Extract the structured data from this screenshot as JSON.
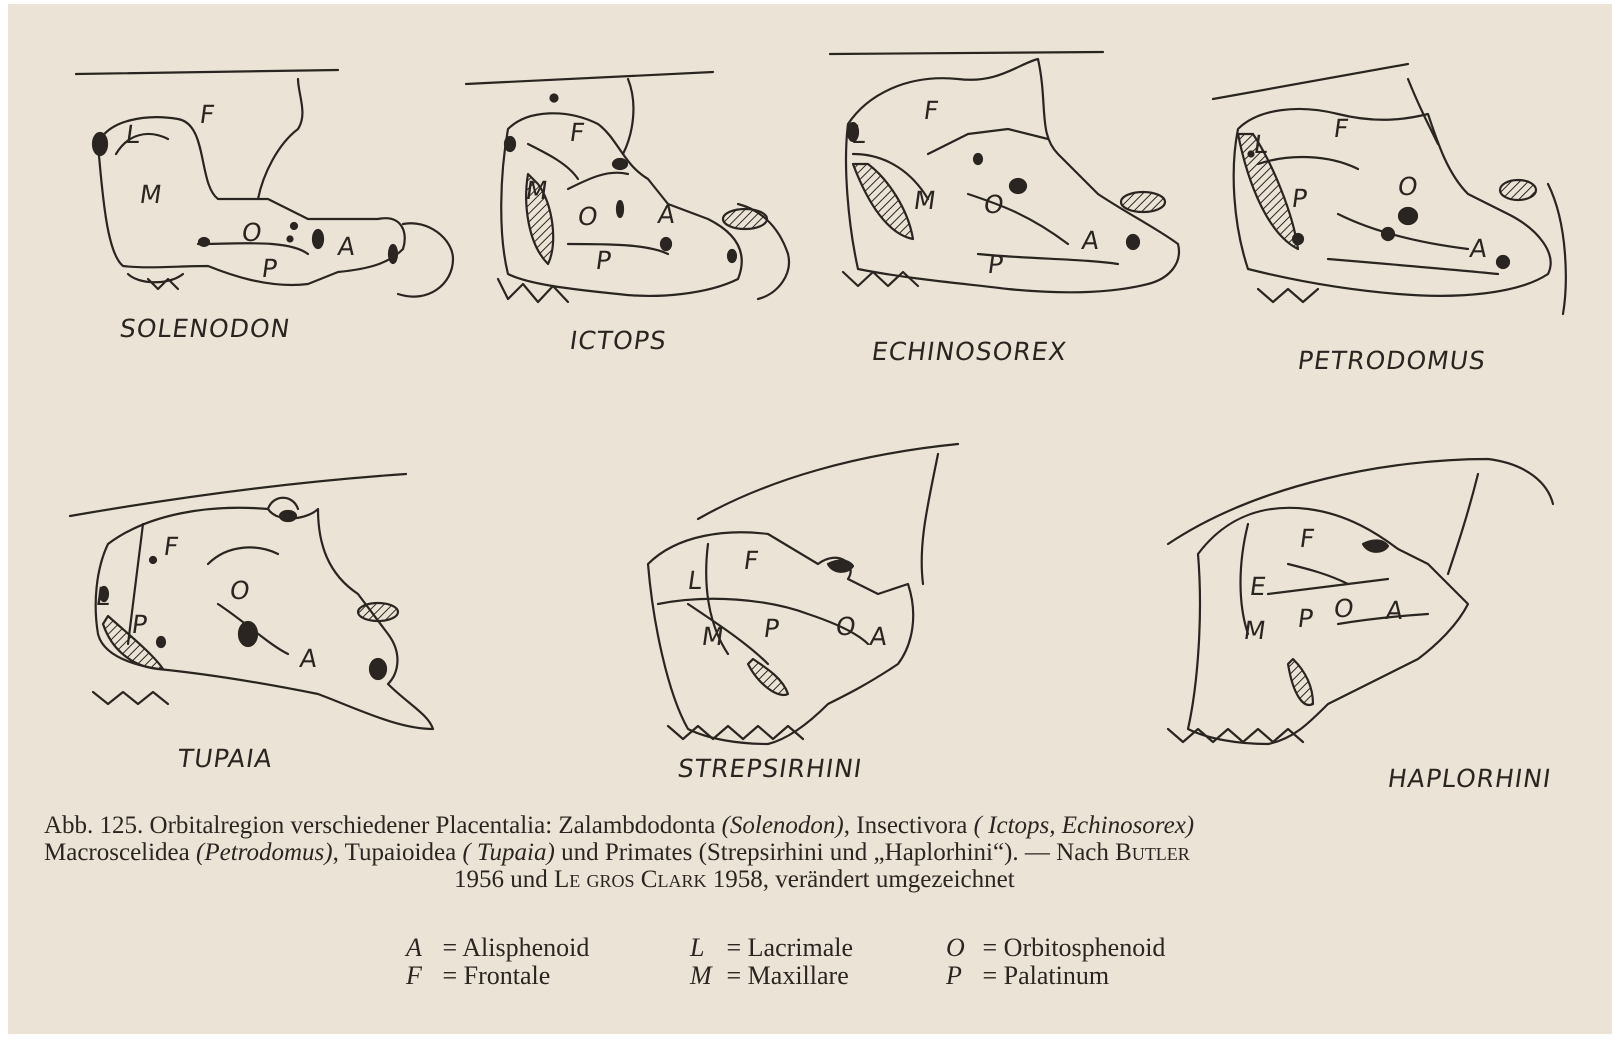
{
  "figure": {
    "panels": [
      {
        "name": "SOLENODON",
        "bones": [
          "F",
          "L",
          "M",
          "O",
          "A",
          "P"
        ]
      },
      {
        "name": "ICTOPS",
        "bones": [
          "F",
          "M",
          "O",
          "A",
          "P"
        ]
      },
      {
        "name": "ECHINOSOREX",
        "bones": [
          "F",
          "L",
          "M",
          "O",
          "A",
          "P"
        ]
      },
      {
        "name": "PETRODOMUS",
        "bones": [
          "F",
          "L",
          "P",
          "O",
          "A"
        ]
      },
      {
        "name": "TUPAIA",
        "bones": [
          "F",
          "O",
          "L",
          "P",
          "A"
        ]
      },
      {
        "name": "STREPSIRHINI",
        "bones": [
          "F",
          "L",
          "M",
          "P",
          "O",
          "A"
        ]
      },
      {
        "name": "HAPLORHINI",
        "bones": [
          "F",
          "E",
          "M",
          "P",
          "O",
          "A"
        ]
      }
    ]
  },
  "caption": {
    "p1": "Abb. 125. Orbitalregion verschiedener Placentalia: Zalambdodonta ",
    "solenodon": "(Solenodon)",
    "p2": ", Insectivora ",
    "ictops": "( Ictops, Echinosorex)",
    "p3": "Macroscelidea ",
    "petrodomus": "(Petrodomus)",
    "p4": ", Tupaioidea ",
    "tupaia": "( Tupaia)",
    "p5": " und Primates (Strepsirhini und „Haplorhini“). — Nach ",
    "butler": "Butler",
    "p6": "1956 und ",
    "legros": "Le gros Clark",
    "p7": " 1958, verändert umgezeichnet"
  },
  "legend": [
    {
      "key": "A",
      "value": "Alisphenoid"
    },
    {
      "key": "F",
      "value": "Frontale"
    },
    {
      "key": "L",
      "value": "Lacrimale"
    },
    {
      "key": "M",
      "value": "Maxillare"
    },
    {
      "key": "O",
      "value": "Orbitosphenoid"
    },
    {
      "key": "P",
      "value": "Palatinum"
    }
  ],
  "colors": {
    "paper": "#ebe4d6",
    "ink": "#2a2520"
  }
}
